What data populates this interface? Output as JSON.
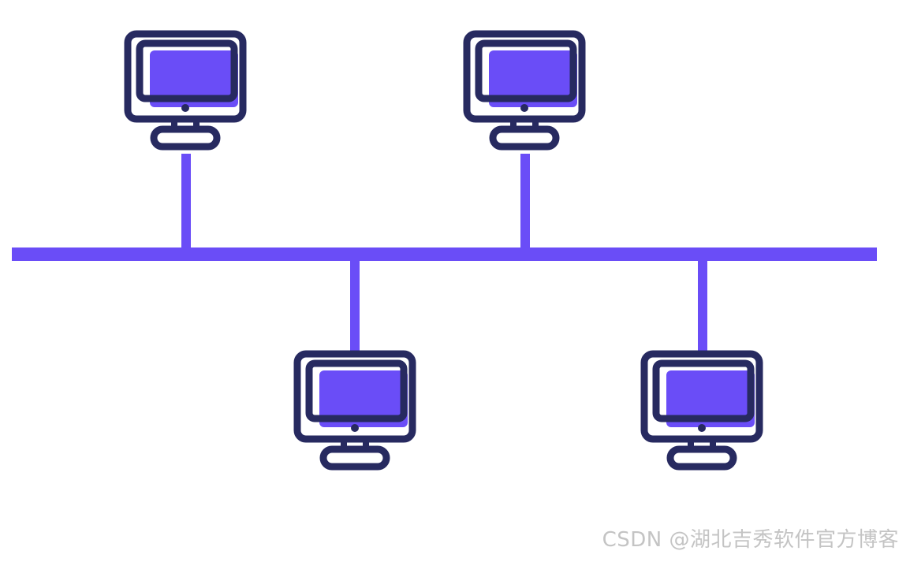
{
  "diagram": {
    "topology": "bus",
    "node_count": 4,
    "colors": {
      "bus": "#6a4df7",
      "outline": "#272a60",
      "screen_fill": "#6a4df7",
      "background": "#ffffff"
    },
    "icons": {
      "node": "desktop-computer-icon"
    }
  },
  "watermark": {
    "text": "CSDN @湖北吉秀软件官方博客"
  }
}
